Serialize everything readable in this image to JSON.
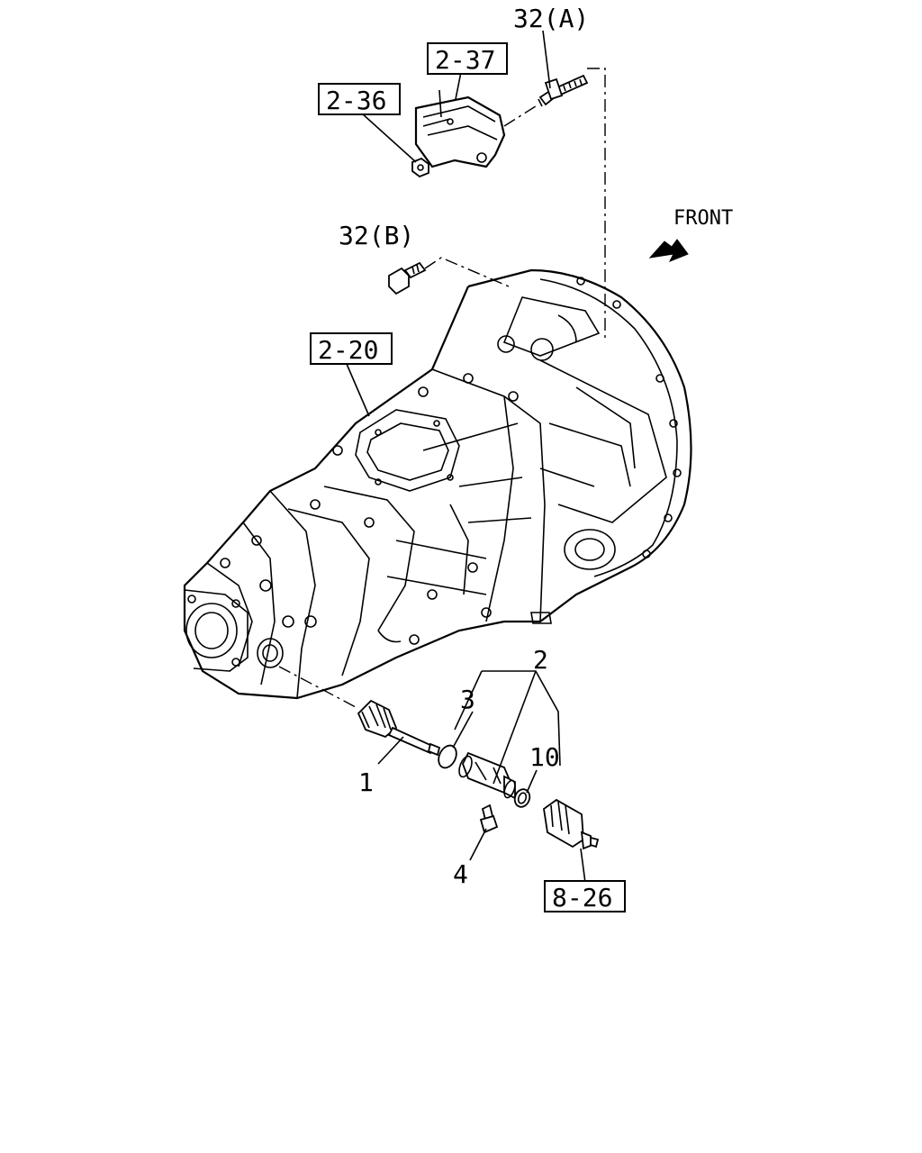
{
  "diagram": {
    "direction_label": "FRONT",
    "callouts": {
      "c_32a": "32(A)",
      "c_237": "2-37",
      "c_236": "2-36",
      "c_32b": "32(B)",
      "c_220": "2-20",
      "c_2": "2",
      "c_3": "3",
      "c_10": "10",
      "c_1": "1",
      "c_4": "4",
      "c_826": "8-26"
    }
  }
}
